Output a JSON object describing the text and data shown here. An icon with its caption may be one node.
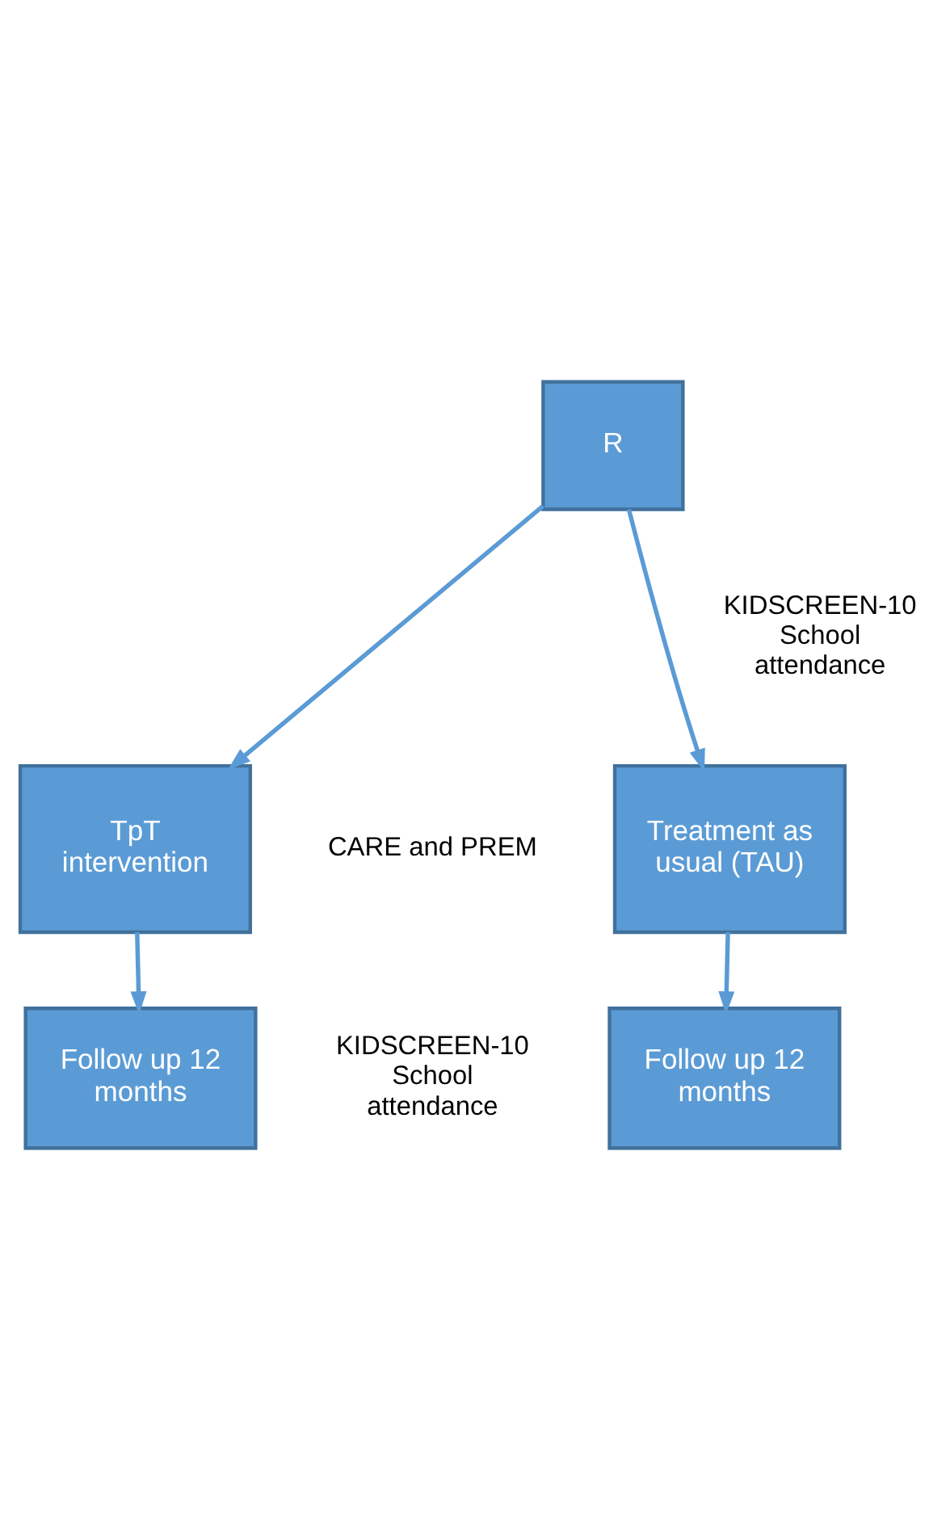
{
  "diagram": {
    "nodes": [
      {
        "text": [
          "R"
        ]
      },
      {
        "text": [
          "TpT intervention"
        ]
      },
      {
        "text": [
          "Treatment as usual (TAU)"
        ]
      },
      {
        "text": [
          "Follow up 12 months"
        ]
      },
      {
        "text": [
          "Follow up 12 months"
        ]
      }
    ],
    "edges": [
      {
        "from": 0,
        "to": 1,
        "arrow": "to"
      },
      {
        "from": 0,
        "to": 2,
        "arrow": "to"
      },
      {
        "from": 1,
        "to": 3,
        "arrow": "to"
      },
      {
        "from": 2,
        "to": 4,
        "arrow": "to"
      }
    ],
    "labels": [
      "KIDSCREEN-10 School attendance",
      "CARE and PREM",
      "KIDSCREEN-10 School attendance"
    ]
  }
}
